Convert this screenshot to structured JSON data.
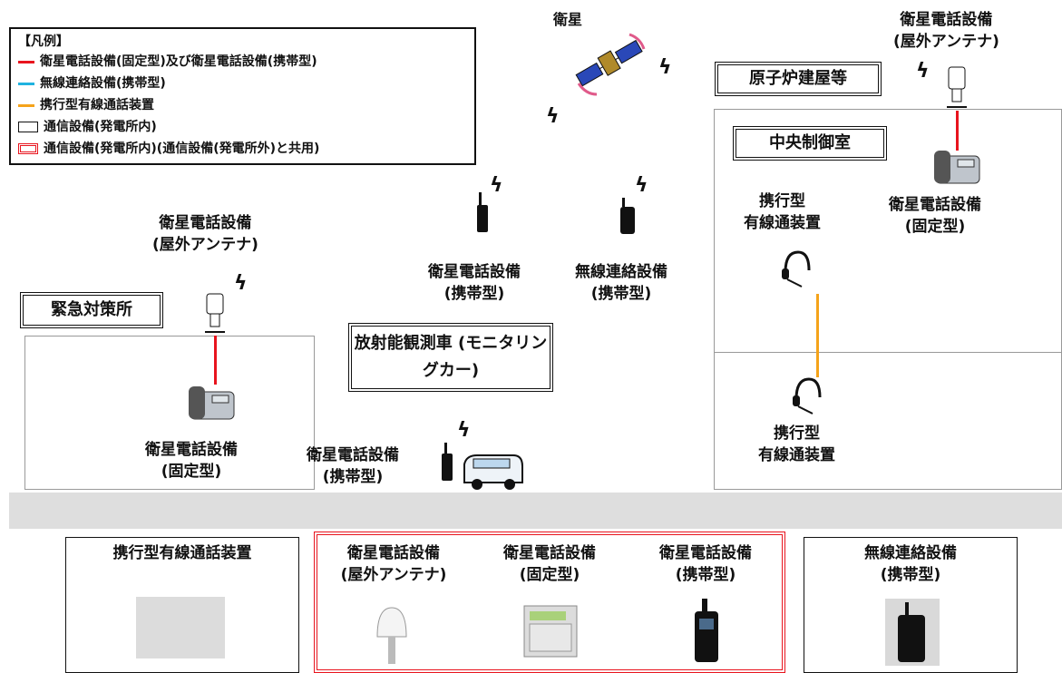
{
  "colors": {
    "fixed_portable_line": "#e8141e",
    "radio_line": "#1fb3e0",
    "wired_line": "#f5a31a",
    "shared_box": "#e8141e"
  },
  "legend": {
    "title": "【凡例】",
    "items": [
      {
        "label": "衛星電話設備(固定型)及び衛星電話設備(携帯型)",
        "swatch": "red-line"
      },
      {
        "label": "無線連絡設備(携帯型)",
        "swatch": "cyan-line"
      },
      {
        "label": "携行型有線通話装置",
        "swatch": "orange-line"
      },
      {
        "label": "通信設備(発電所内)",
        "swatch": "black-box"
      },
      {
        "label": "通信設備(発電所内)(通信設備(発電所外)と共用)",
        "swatch": "red-box"
      }
    ]
  },
  "satellite": {
    "label": "衛星"
  },
  "reactor": {
    "building_label": "原子炉建屋等",
    "control_room_label": "中央制御室",
    "antenna_label": "衛星電話設備\n(屋外アンテナ)",
    "fixed_phone_label": "衛星電話設備\n(固定型)",
    "wired_top_label": "携行型\n有線通装置",
    "wired_bottom_label": "携行型\n有線通装置"
  },
  "middle": {
    "sat_portable_label": "衛星電話設備\n(携帯型)",
    "radio_portable_label": "無線連絡設備\n(携帯型)"
  },
  "emergency": {
    "box_label": "緊急対策所",
    "antenna_label": "衛星電話設備\n(屋外アンテナ)",
    "fixed_phone_label": "衛星電話設備\n(固定型)"
  },
  "vehicle": {
    "box_label": "放射能観測車\n(モニタリングカー)",
    "sat_portable_label": "衛星電話設備\n(携帯型)"
  },
  "bottom": {
    "wired_title": "携行型有線通話装置",
    "shared_titles": [
      "衛星電話設備\n(屋外アンテナ)",
      "衛星電話設備\n(固定型)",
      "衛星電話設備\n(携帯型)"
    ],
    "radio_title": "無線連絡設備\n(携帯型)"
  }
}
